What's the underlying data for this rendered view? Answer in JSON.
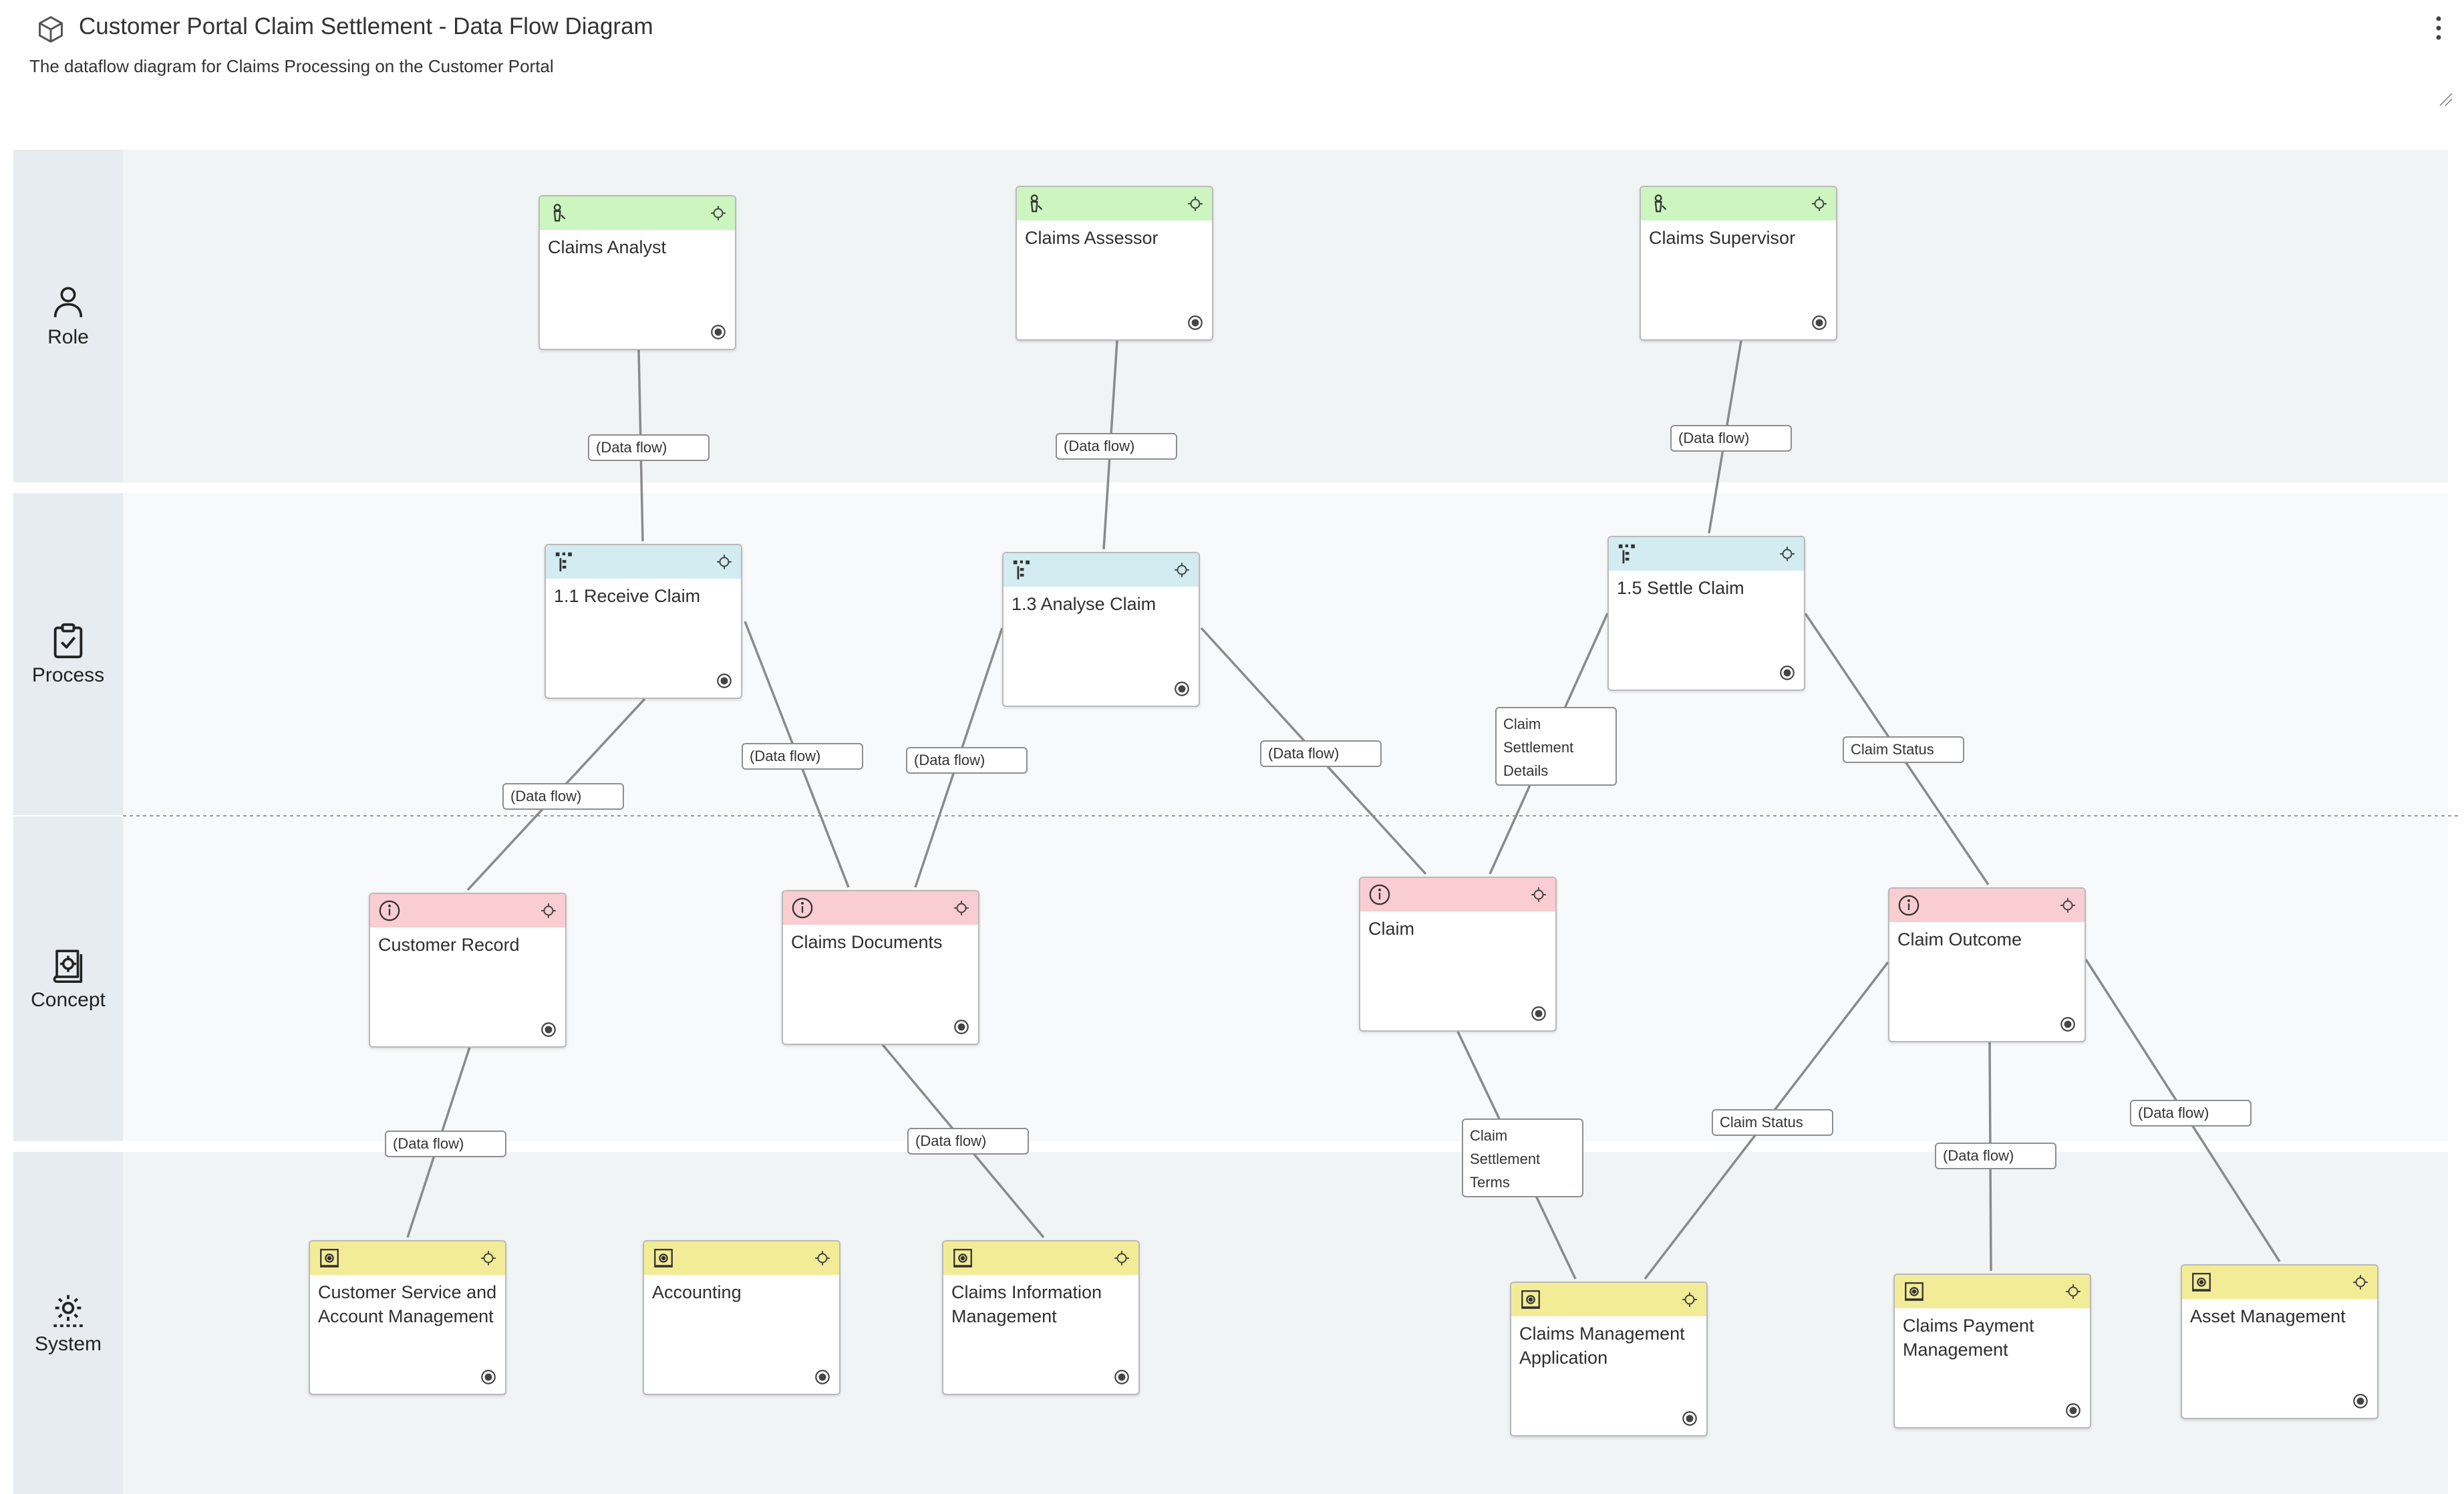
{
  "header": {
    "title": "Customer Portal Claim Settlement - Data Flow Diagram",
    "subtitle": "The dataflow diagram for Claims Processing on the Customer Portal",
    "type_icon": "cube-icon",
    "menu_icon": "more-vertical-icon"
  },
  "lanes": [
    {
      "label": "Role",
      "icon": "person-icon"
    },
    {
      "label": "Process",
      "icon": "clipboard-check-icon"
    },
    {
      "label": "Concept",
      "icon": "concept-map-icon"
    },
    {
      "label": "System",
      "icon": "gear-icon"
    }
  ],
  "colors": {
    "role": "#ccf5bf",
    "process": "#d2ecf1",
    "concept": "#f9cdd1",
    "system": "#f3ec97"
  },
  "nodes": [
    {
      "label": "Claims Analyst",
      "kind": "role"
    },
    {
      "label": "Claims Assessor",
      "kind": "role"
    },
    {
      "label": "Claims Supervisor",
      "kind": "role"
    },
    {
      "label": "1.1 Receive Claim",
      "kind": "process"
    },
    {
      "label": "1.3 Analyse Claim",
      "kind": "process"
    },
    {
      "label": "1.5 Settle Claim",
      "kind": "process"
    },
    {
      "label": "Customer Record",
      "kind": "concept"
    },
    {
      "label": "Claims Documents",
      "kind": "concept"
    },
    {
      "label": "Claim",
      "kind": "concept"
    },
    {
      "label": "Claim Outcome",
      "kind": "concept"
    },
    {
      "label": "Customer Service and Account Management",
      "kind": "system"
    },
    {
      "label": "Accounting",
      "kind": "system"
    },
    {
      "label": "Claims Information Management",
      "kind": "system"
    },
    {
      "label": "Claims Management Application",
      "kind": "system"
    },
    {
      "label": "Claims Payment Management",
      "kind": "system"
    },
    {
      "label": "Asset Management",
      "kind": "system"
    }
  ],
  "edges": [
    {
      "label": "(Data flow)"
    },
    {
      "label": "(Data flow)"
    },
    {
      "label": "(Data flow)"
    },
    {
      "label": "(Data flow)"
    },
    {
      "label": "(Data flow)"
    },
    {
      "label": "(Data flow)"
    },
    {
      "label": "(Data flow)"
    },
    {
      "label": "Claim Settlement Details"
    },
    {
      "label": "Claim Status"
    },
    {
      "label": "(Data flow)"
    },
    {
      "label": "(Data flow)"
    },
    {
      "label": "Claim Settlement Terms"
    },
    {
      "label": "Claim Status"
    },
    {
      "label": "(Data flow)"
    },
    {
      "label": "(Data flow)"
    }
  ]
}
